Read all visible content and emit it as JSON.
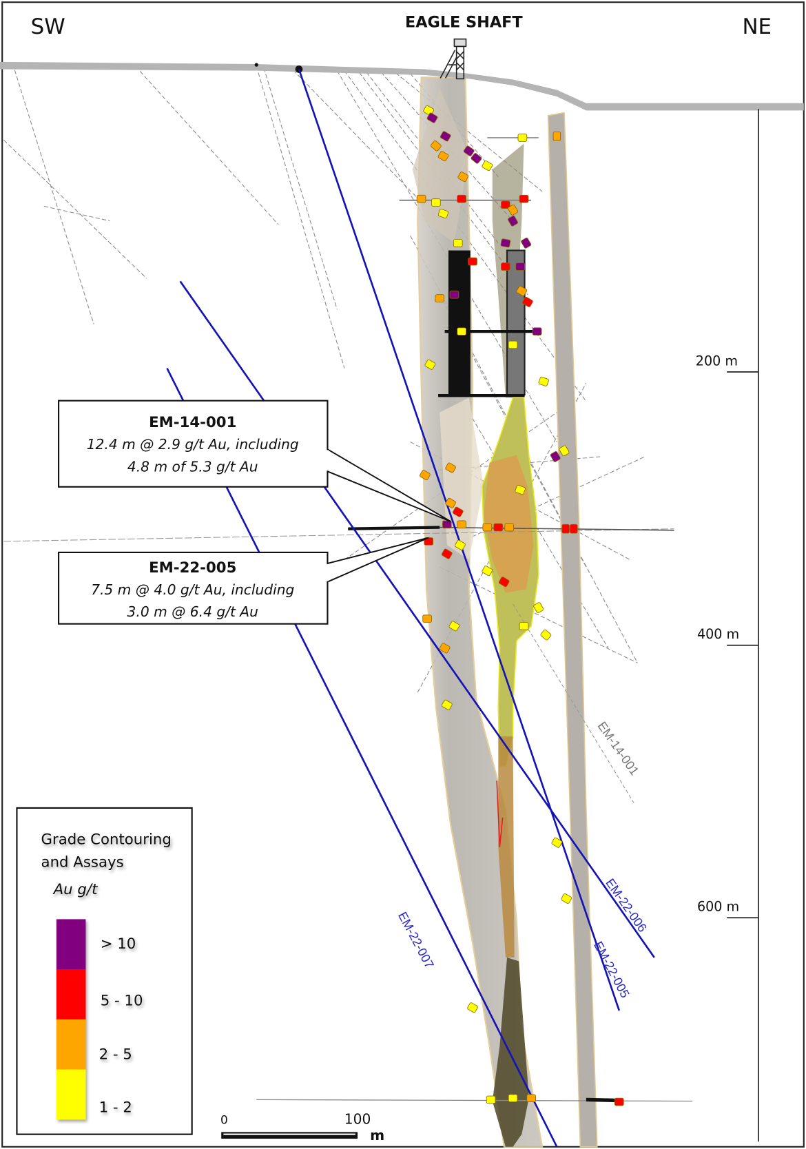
{
  "header": {
    "left_direction": "SW",
    "right_direction": "NE",
    "shaft_label": "EAGLE SHAFT"
  },
  "depth_scale": {
    "ticks": [
      "200 m",
      "400 m",
      "600 m"
    ]
  },
  "callouts": [
    {
      "hole": "EM-14-001",
      "line1": "12.4 m @ 2.9 g/t Au, including",
      "line2": "4.8 m of 5.3 g/t Au"
    },
    {
      "hole": "EM-22-005",
      "line1": "7.5 m @ 4.0 g/t Au, including",
      "line2": "3.0 m @ 6.4 g/t Au"
    }
  ],
  "drillholes": {
    "em_22_005": "EM-22-005",
    "em_22_006": "EM-22-006",
    "em_22_007": "EM-22-007",
    "em_14_001": "EM-14-001"
  },
  "legend": {
    "title_line1": "Grade Contouring",
    "title_line2": "and Assays",
    "unit": "Au g/t",
    "classes": [
      {
        "label": "> 10",
        "color": "#800080"
      },
      {
        "label": "5 - 10",
        "color": "#ff0000"
      },
      {
        "label": "2 - 5",
        "color": "#ffa500"
      },
      {
        "label": "1 - 2",
        "color": "#ffff00"
      }
    ]
  },
  "scale_bar": {
    "start": "0",
    "end": "100",
    "unit": "m"
  },
  "colors": {
    "drillhole_blue": "#1414b4",
    "host_rock": "#b8b4ac",
    "ore_zone": "#bfc05a",
    "ore_core": "#d8a050",
    "ground": "#b4b4b4"
  }
}
